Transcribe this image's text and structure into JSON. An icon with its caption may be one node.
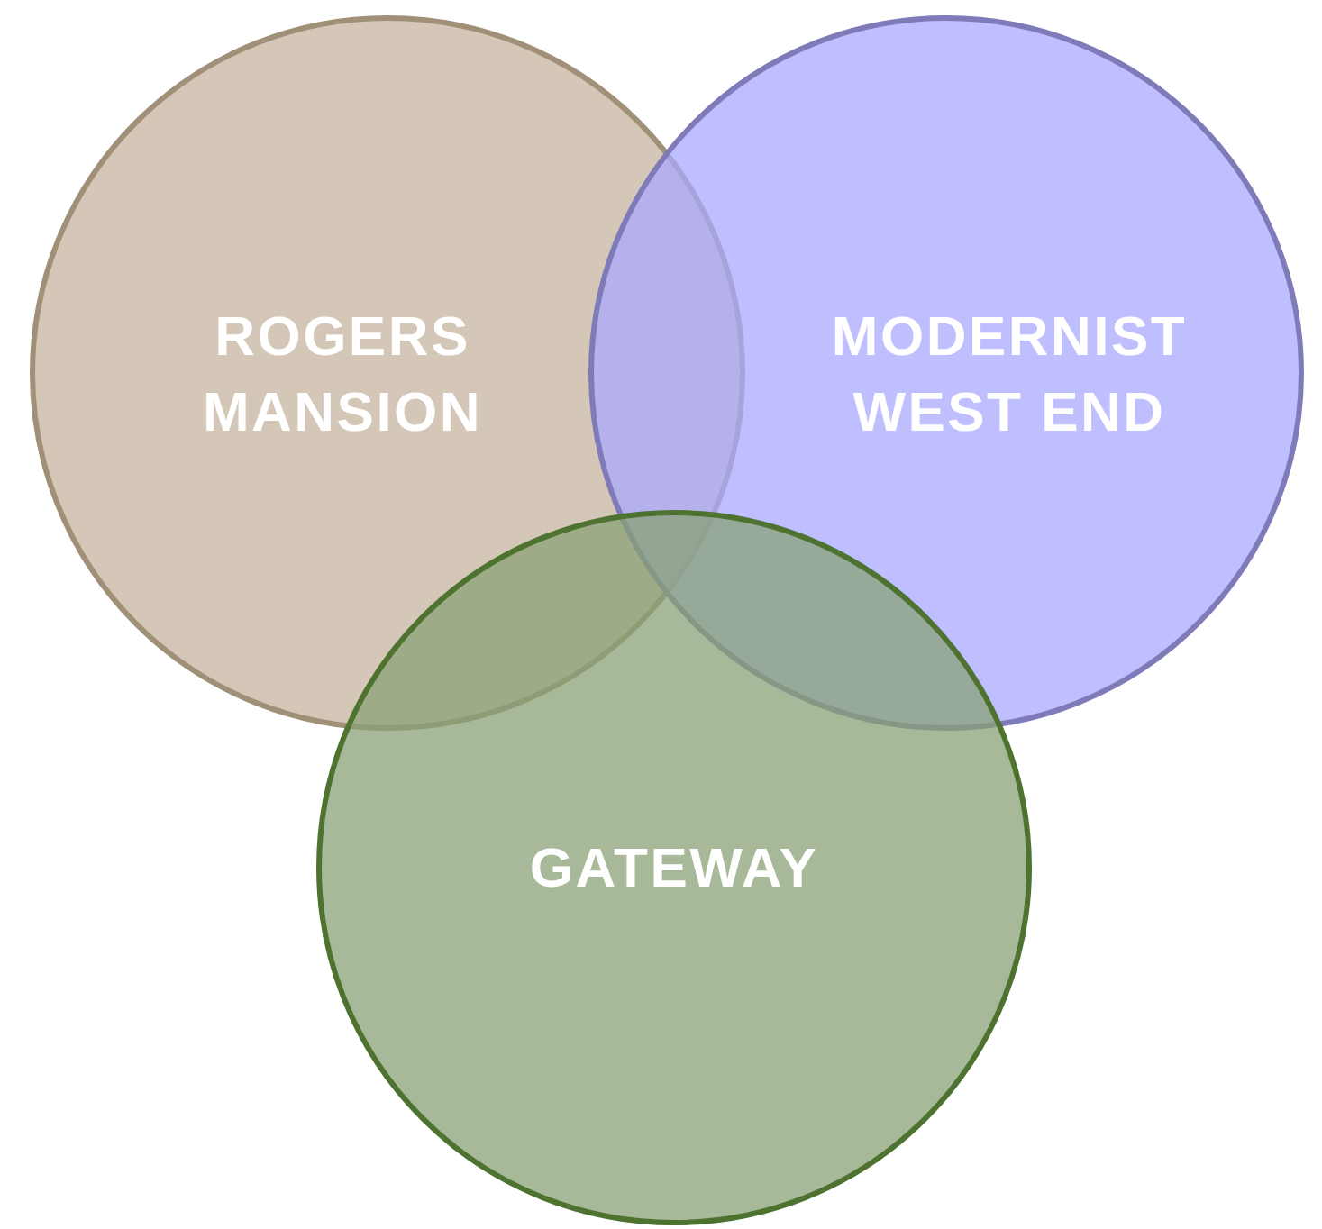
{
  "diagram": {
    "nodes": [
      {
        "text": [
          "ROGERS MANSION"
        ]
      },
      {
        "text": [
          "MODERNIST WEST END"
        ]
      },
      {
        "text": [
          "GATEWAY"
        ]
      }
    ]
  }
}
